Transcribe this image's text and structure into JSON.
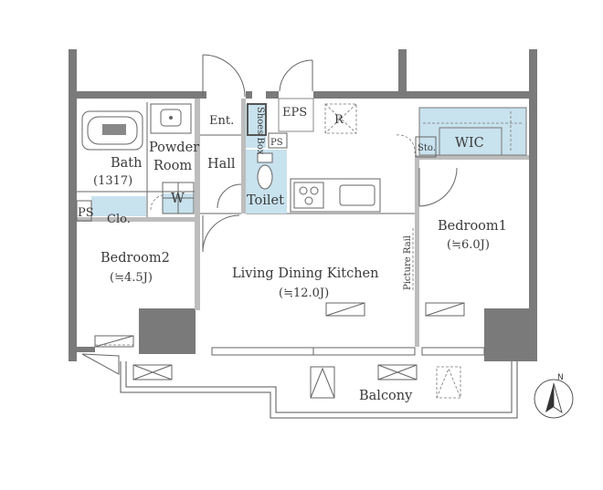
{
  "rooms": {
    "entrance": "Ent.",
    "shoes_box": "Shoes Box",
    "ps_upper": "PS",
    "ps_left": "PS",
    "eps": "EPS",
    "refrigerator": "R",
    "hall": "Hall",
    "toilet": "Toilet",
    "powder_room": "Powder Room",
    "powder_room_line1": "Powder",
    "powder_room_line2": "Room",
    "washer": "W",
    "bath": "Bath",
    "bath_size": "(1317)",
    "closet": "Clo.",
    "storage": "Sto.",
    "wic": "WIC",
    "bedroom1": "Bedroom1",
    "bedroom1_size": "(≒6.0J)",
    "bedroom2": "Bedroom2",
    "bedroom2_size": "(≒4.5J)",
    "ldk": "Living Dining Kitchen",
    "ldk_size": "(≒12.0J)",
    "picture_rail": "Picture Rail",
    "balcony": "Balcony"
  },
  "compass": {
    "label": "N"
  },
  "colors": {
    "wall": "#7a7a7a",
    "wet_area": "#c8e2ee",
    "line": "#555555"
  }
}
